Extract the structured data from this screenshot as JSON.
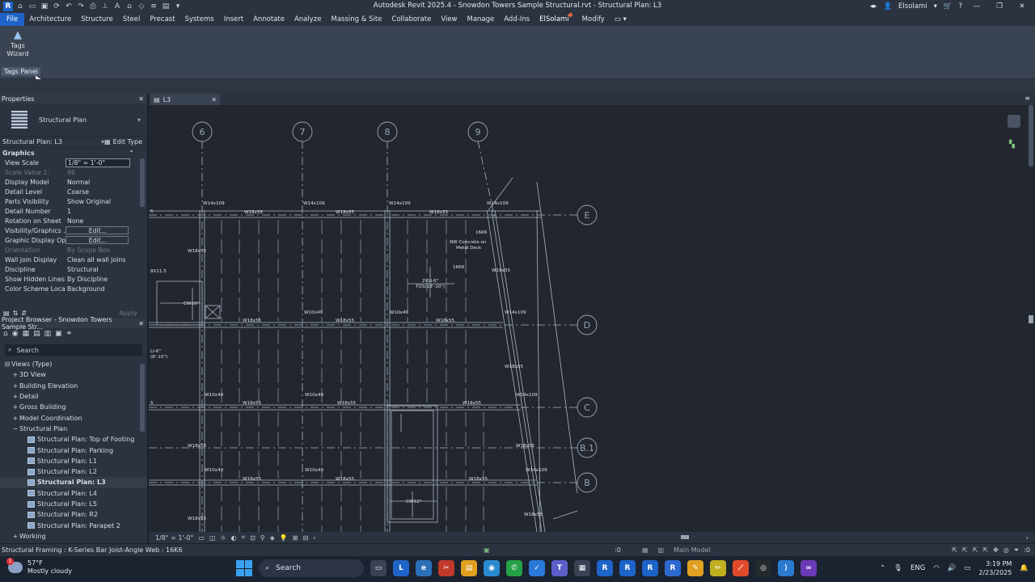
{
  "titlebar": {
    "title": "Autodesk Revit 2025.4 - Snowdon Towers Sample Structural.rvt - Structural Plan: L3",
    "user": "Elsolami"
  },
  "menu": [
    "File",
    "Architecture",
    "Structure",
    "Steel",
    "Precast",
    "Systems",
    "Insert",
    "Annotate",
    "Analyze",
    "Massing & Site",
    "Collaborate",
    "View",
    "Manage",
    "Add-Ins",
    "ElSolami",
    "Modify"
  ],
  "ribbon": {
    "tags_wizard_line1": "Tags",
    "tags_wizard_line2": "Wizard",
    "panel_label": "Tags Panel"
  },
  "properties": {
    "title": "Properties",
    "type_name": "Structural Plan",
    "instance": "Structural Plan: L3",
    "edit_type": "Edit Type",
    "group": "Graphics",
    "rows": [
      {
        "k": "View Scale",
        "v": "1/8\" = 1'-0\""
      },
      {
        "k": "Scale Value    1:",
        "v": "96"
      },
      {
        "k": "Display Model",
        "v": "Normal"
      },
      {
        "k": "Detail Level",
        "v": "Coarse"
      },
      {
        "k": "Parts Visibility",
        "v": "Show Original"
      },
      {
        "k": "Detail Number",
        "v": "1"
      },
      {
        "k": "Rotation on Sheet",
        "v": "None"
      },
      {
        "k": "Visibility/Graphics ...",
        "v": "Edit..."
      },
      {
        "k": "Graphic Display Op...",
        "v": "Edit..."
      },
      {
        "k": "Orientation",
        "v": "By Scope Box"
      },
      {
        "k": "Wall Join Display",
        "v": "Clean all wall joins"
      },
      {
        "k": "Discipline",
        "v": "Structural"
      },
      {
        "k": "Show Hidden Lines",
        "v": "By Discipline"
      },
      {
        "k": "Color Scheme Loca...",
        "v": "Background"
      }
    ],
    "apply": "Apply"
  },
  "browser": {
    "title": "Project Browser - Snowdon Towers Sample Str...",
    "search_placeholder": "Search",
    "items": [
      {
        "label": "Views (Type)",
        "exp": "⊟",
        "level": 0
      },
      {
        "label": "3D View",
        "exp": "+",
        "level": 1
      },
      {
        "label": "Building Elevation",
        "exp": "+",
        "level": 1
      },
      {
        "label": "Detail",
        "exp": "+",
        "level": 1
      },
      {
        "label": "Gross Building",
        "exp": "+",
        "level": 1
      },
      {
        "label": "Model Coordination",
        "exp": "+",
        "level": 1
      },
      {
        "label": "Structural Plan",
        "exp": "−",
        "level": 1
      },
      {
        "label": "Structural Plan: Top of Footing",
        "exp": "",
        "level": 2
      },
      {
        "label": "Structural Plan: Parking",
        "exp": "",
        "level": 2
      },
      {
        "label": "Structural Plan: L1",
        "exp": "",
        "level": 2
      },
      {
        "label": "Structural Plan: L2",
        "exp": "",
        "level": 2
      },
      {
        "label": "Structural Plan: L3",
        "exp": "",
        "level": 2,
        "selected": true
      },
      {
        "label": "Structural Plan: L4",
        "exp": "",
        "level": 2
      },
      {
        "label": "Structural Plan: L5",
        "exp": "",
        "level": 2
      },
      {
        "label": "Structural Plan: R2",
        "exp": "",
        "level": 2
      },
      {
        "label": "Structural Plan: Parapet 2",
        "exp": "",
        "level": 2
      },
      {
        "label": "Working",
        "exp": "+",
        "level": 1
      }
    ]
  },
  "view_tab": {
    "label": "L3"
  },
  "drawing": {
    "grid_columns": [
      "6",
      "7",
      "8",
      "9"
    ],
    "grid_rows": [
      "E",
      "D",
      "C",
      "B.1",
      "B"
    ],
    "beam_labels": {
      "w14x109": "W14x109",
      "w18x55": "W18x55",
      "w10x49": "W10x49",
      "cw10": "CW10\"",
      "cw12": "CW12\"",
      "k16": "16K6",
      "deck1": "NW Concrete on",
      "deck2": "Metal Deck",
      "tag1": "2VLI-6\"",
      "tag2": "TOS(18'-10\")",
      "edge1": "8X11.5",
      "edge2": "LI-6\"",
      "edge3": "(8'-10\")",
      "edge4": "5"
    }
  },
  "viewbar": {
    "scale": "1/8\" = 1'-0\""
  },
  "status": {
    "text": "Structural Framing : K-Series Bar Joist-Angle Web : 16K6",
    "sel_count": ":0",
    "model": "Main Model",
    "filter_count": ":0"
  },
  "taskbar": {
    "temp": "57°F",
    "weather": "Mostly cloudy",
    "search": "Search",
    "lang": "ENG",
    "time": "3:19 PM",
    "date": "2/23/2025"
  }
}
